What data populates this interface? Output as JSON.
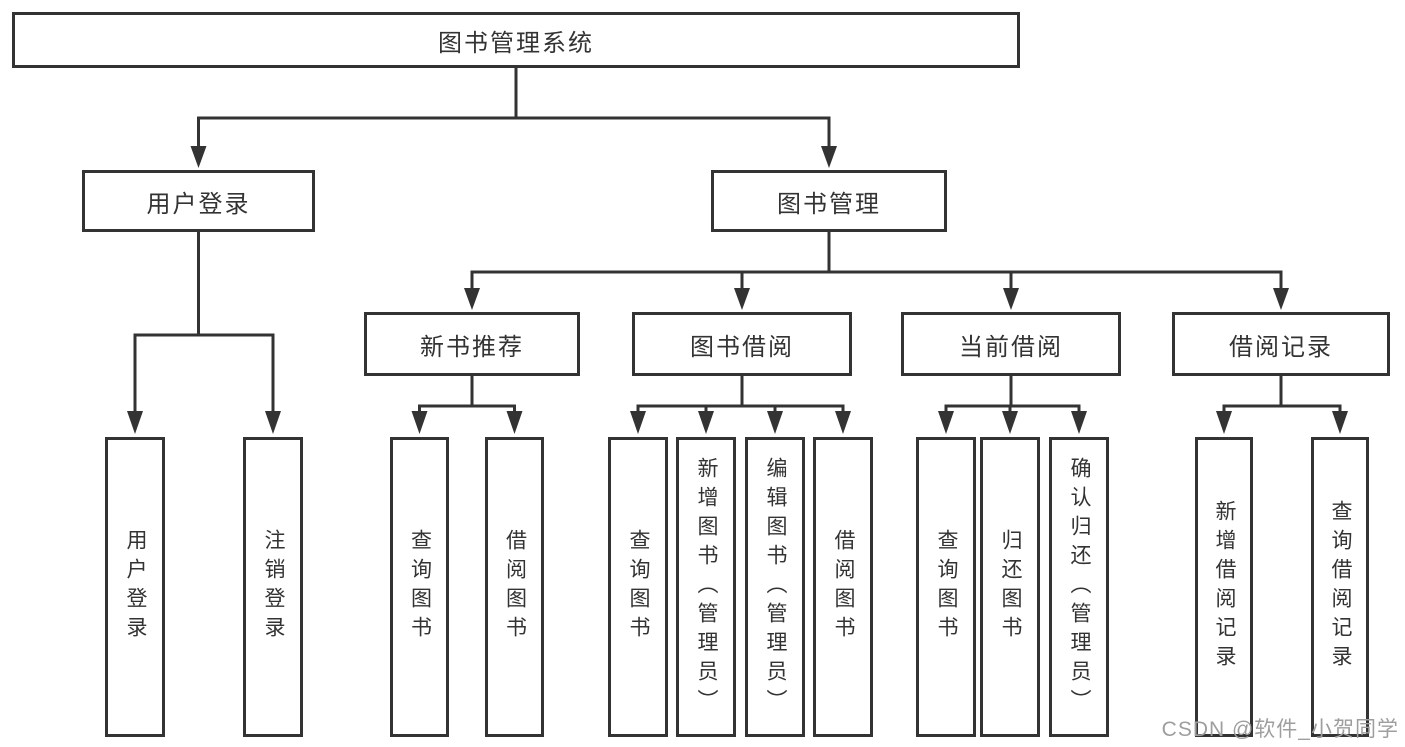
{
  "diagram": {
    "colors": {
      "line": "#333333",
      "border": "#333333",
      "text": "#333333",
      "background": "#ffffff",
      "watermark": "#9e9e9e"
    },
    "root": "图书管理系统",
    "level2": [
      "用户登录",
      "图书管理"
    ],
    "level3": [
      "新书推荐",
      "图书借阅",
      "当前借阅",
      "借阅记录"
    ],
    "leaves": [
      "用户登录",
      "注销登录",
      "查询图书",
      "借阅图书",
      "查询图书",
      "新增图书（管理员）",
      "编辑图书（管理员）",
      "借阅图书",
      "查询图书",
      "归还图书",
      "确认归还（管理员）",
      "新增借阅记录",
      "查询借阅记录"
    ],
    "watermark": "CSDN @软件_小贺同学"
  }
}
